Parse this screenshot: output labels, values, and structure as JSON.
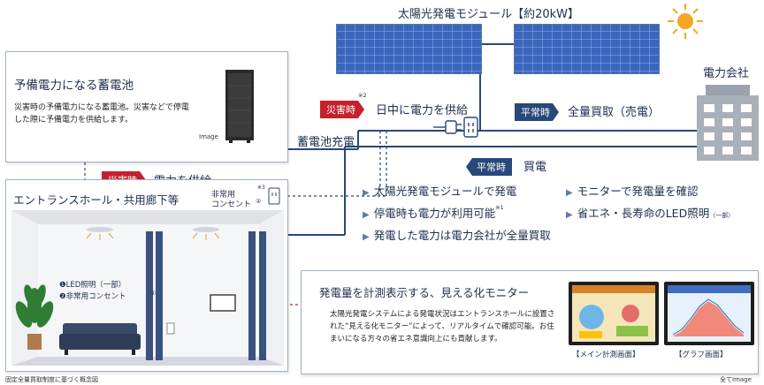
{
  "solar": {
    "title": "太陽光発電モジュール【約20kW】"
  },
  "company": {
    "title": "電力会社"
  },
  "battery_box": {
    "title": "予備電力になる蓄電池",
    "description": "災害時の予備電力になる蓄電池。災害などで停電した際に予備電力を供給します。",
    "image_label": "Image"
  },
  "flows": {
    "disaster_tag_1": "災害時",
    "daytime_supply": "日中に電力を供給",
    "note_2": "※2",
    "normal_tag_sell": "平常時",
    "sell_text": "全量買取（売電）",
    "battery_charge": "蓄電池充電",
    "normal_tag_buy": "平常時",
    "buy_text": "買電",
    "disaster_tag_2": "災害時",
    "supply_text": "電力を供給"
  },
  "hall": {
    "title": "エントランスホール・共用廊下等",
    "outlet_label_1": "非常用",
    "outlet_label_2": "コンセント",
    "outlet_num": "②",
    "note_3": "※3",
    "led_label": "❶LED照明（一部）",
    "outlet_item_label": "❷非常用コンセント",
    "outlet_item_mark": "①"
  },
  "features": [
    "太陽光発電モジュールで発電",
    "モニターで発電量を確認",
    "停電時も電力が利用可能",
    "省エネ・長寿命のLED照明",
    "発電した電力は電力会社が全量買取"
  ],
  "feature_marks": {
    "note_1": "※1",
    "partial": "（一部）"
  },
  "monitor_box": {
    "title": "発電量を計測表示する、見える化モニター",
    "description": "太陽光発電システムによる発電状況はエントランスホールに設置された“見える化モニター”によって、リアルタイムで確認可能。お住まいになる方々の省エネ意識向上にも貢献します。",
    "main_screen_caption": "【メイン計測画面】",
    "graph_screen_caption": "【グラフ画面】"
  },
  "footer": {
    "left_note": "固定全量買取制度に基づく概念図",
    "right_note": "全てImage"
  },
  "colors": {
    "navy": "#27487a",
    "red": "#c6202c",
    "panel_blue": "#3f6ec4",
    "sun": "#f5a623",
    "building": "#9aa3ad"
  }
}
